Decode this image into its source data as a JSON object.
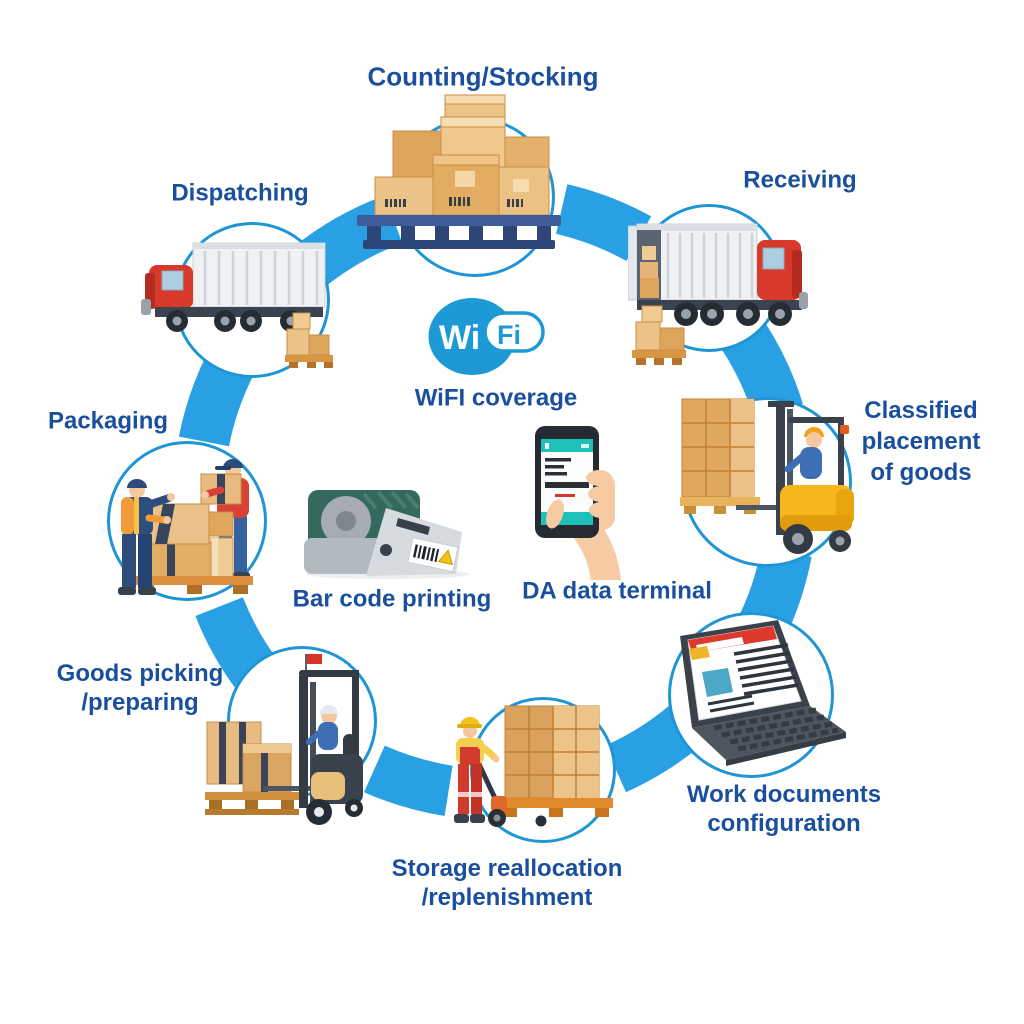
{
  "colors": {
    "ring_blue": "#2AA0E4",
    "node_border": "#1F95D6",
    "label_blue": "#1A4F9D",
    "wifi_blue": "#1D9AD6"
  },
  "stages": [
    {
      "id": "counting-stocking",
      "lines": [
        "Counting/Stocking"
      ],
      "icon": "boxes-on-pallet"
    },
    {
      "id": "receiving",
      "lines": [
        "Receiving"
      ],
      "icon": "truck-unloading"
    },
    {
      "id": "classified-placement",
      "lines": [
        "Classified",
        "placement",
        "of goods"
      ],
      "icon": "yellow-forklift-loaded"
    },
    {
      "id": "work-documents",
      "lines": [
        "Work documents",
        "configuration"
      ],
      "icon": "laptop-document"
    },
    {
      "id": "storage-reallocation",
      "lines": [
        "Storage reallocation",
        "/replenishment"
      ],
      "icon": "worker-pallet-jack"
    },
    {
      "id": "goods-picking",
      "lines": [
        "Goods picking",
        "/preparing"
      ],
      "icon": "reach-forklift-boxes"
    },
    {
      "id": "packaging",
      "lines": [
        "Packaging"
      ],
      "icon": "workers-packing-boxes"
    },
    {
      "id": "dispatching",
      "lines": [
        "Dispatching"
      ],
      "icon": "truck-departing"
    }
  ],
  "center": {
    "wifi_logo": {
      "wi": "Wi",
      "fi": "Fi"
    },
    "wifi_caption": "WiFI coverage",
    "barcode_caption": "Bar code printing",
    "terminal_caption": "DA data terminal"
  }
}
